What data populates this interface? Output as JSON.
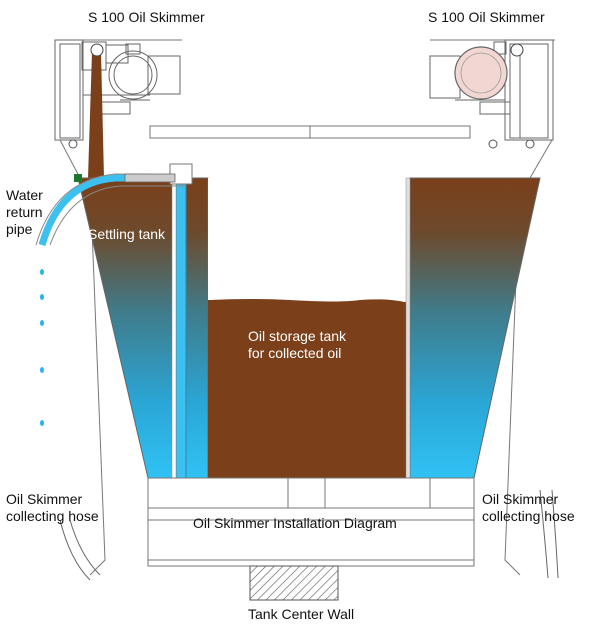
{
  "labels": {
    "skimmer_left": "S 100 Oil Skimmer",
    "skimmer_right": "S 100 Oil Skimmer",
    "water_return_line1": "Water",
    "water_return_line2": "return",
    "water_return_line3": "pipe",
    "settling_tank": "Settling tank",
    "oil_storage_line1": "Oil storage tank",
    "oil_storage_line2": "for collected oil",
    "hose_left_line1": "Oil Skimmer",
    "hose_left_line2": "collecting hose",
    "hose_right_line1": "Oil Skimmer",
    "hose_right_line2": "collecting hose",
    "diagram_title": "Oil Skimmer Installation Diagram",
    "center_wall": "Tank Center Wall"
  },
  "colors": {
    "oil": "#7b3f1a",
    "water": "#2ab3ec",
    "pipe": "#3cc0f0",
    "outline": "#666666",
    "wheel_right": "#f2d6d2"
  }
}
